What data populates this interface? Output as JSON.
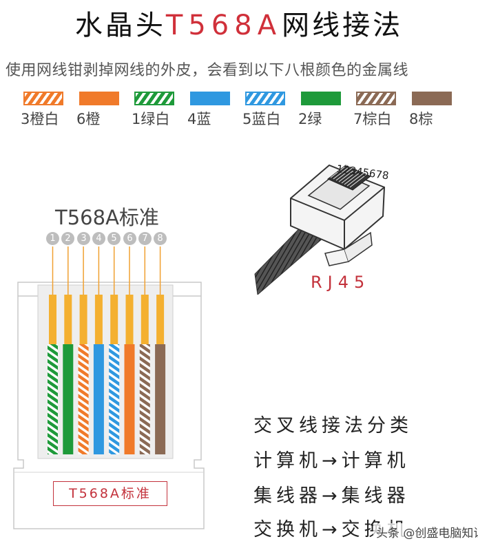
{
  "title": {
    "prefix": "水晶头",
    "highlight": "T568A",
    "suffix": "网线接法"
  },
  "subtitle": "使用网线钳剥掉网线的外皮，会看到以下八根颜色的金属线",
  "colors": {
    "orange": "#f07a2a",
    "green": "#1e9a3a",
    "blue": "#2f98e0",
    "brown": "#8b6a55",
    "accent_red": "#c3313b"
  },
  "wires": [
    {
      "label": "3橙白",
      "color": "#f07a2a",
      "striped": true
    },
    {
      "label": "6橙",
      "color": "#f07a2a",
      "striped": false
    },
    {
      "label": "1绿白",
      "color": "#1e9a3a",
      "striped": true
    },
    {
      "label": "4蓝",
      "color": "#2f98e0",
      "striped": false
    },
    {
      "label": "5蓝白",
      "color": "#2f98e0",
      "striped": true
    },
    {
      "label": "2绿",
      "color": "#1e9a3a",
      "striped": false
    },
    {
      "label": "7棕白",
      "color": "#8b6a55",
      "striped": true
    },
    {
      "label": "8棕",
      "color": "#8b6a55",
      "striped": false
    }
  ],
  "standard_label": "T568A标准",
  "pin_numbers": [
    "1",
    "2",
    "3",
    "4",
    "5",
    "6",
    "7",
    "8"
  ],
  "plug_wires": [
    {
      "color": "#1e9a3a",
      "striped": true
    },
    {
      "color": "#1e9a3a",
      "striped": false
    },
    {
      "color": "#f07a2a",
      "striped": true
    },
    {
      "color": "#2f98e0",
      "striped": false
    },
    {
      "color": "#2f98e0",
      "striped": true
    },
    {
      "color": "#f07a2a",
      "striped": false
    },
    {
      "color": "#8b6a55",
      "striped": true
    },
    {
      "color": "#8b6a55",
      "striped": false
    }
  ],
  "plug_label": "T568A标准",
  "rj45": {
    "pin_order": "12345678",
    "label": "RJ45"
  },
  "crossover": {
    "heading": "交叉线接法分类",
    "lines": [
      "计算机→计算机",
      "集线器→集线器",
      "交换机→交换机"
    ]
  },
  "watermark": "头条 @创盛电脑知识"
}
